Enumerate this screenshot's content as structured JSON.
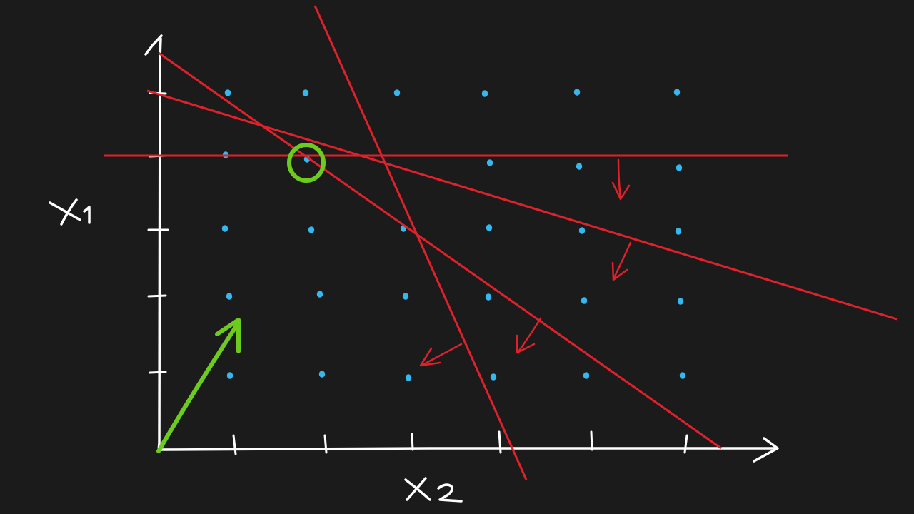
{
  "diagram": {
    "background": "#1b1b1b",
    "colors": {
      "axis": "#ffffff",
      "constraint": "#e0212b",
      "lattice_point": "#35b8f0",
      "optimum": "#6dcb1e",
      "objective_arrow": "#6dcb1e"
    },
    "axes": {
      "vertical_label": "x1",
      "horizontal_label": "x2",
      "vertical_ticks": 5,
      "horizontal_ticks": 6
    },
    "lattice": {
      "rows": 5,
      "columns": 6,
      "point_count": 30
    },
    "constraints": {
      "count": 4,
      "feasible_side_marker": "arrow-icon"
    },
    "optimum_marker": "circle-icon",
    "objective_direction_marker": "arrow-icon"
  }
}
